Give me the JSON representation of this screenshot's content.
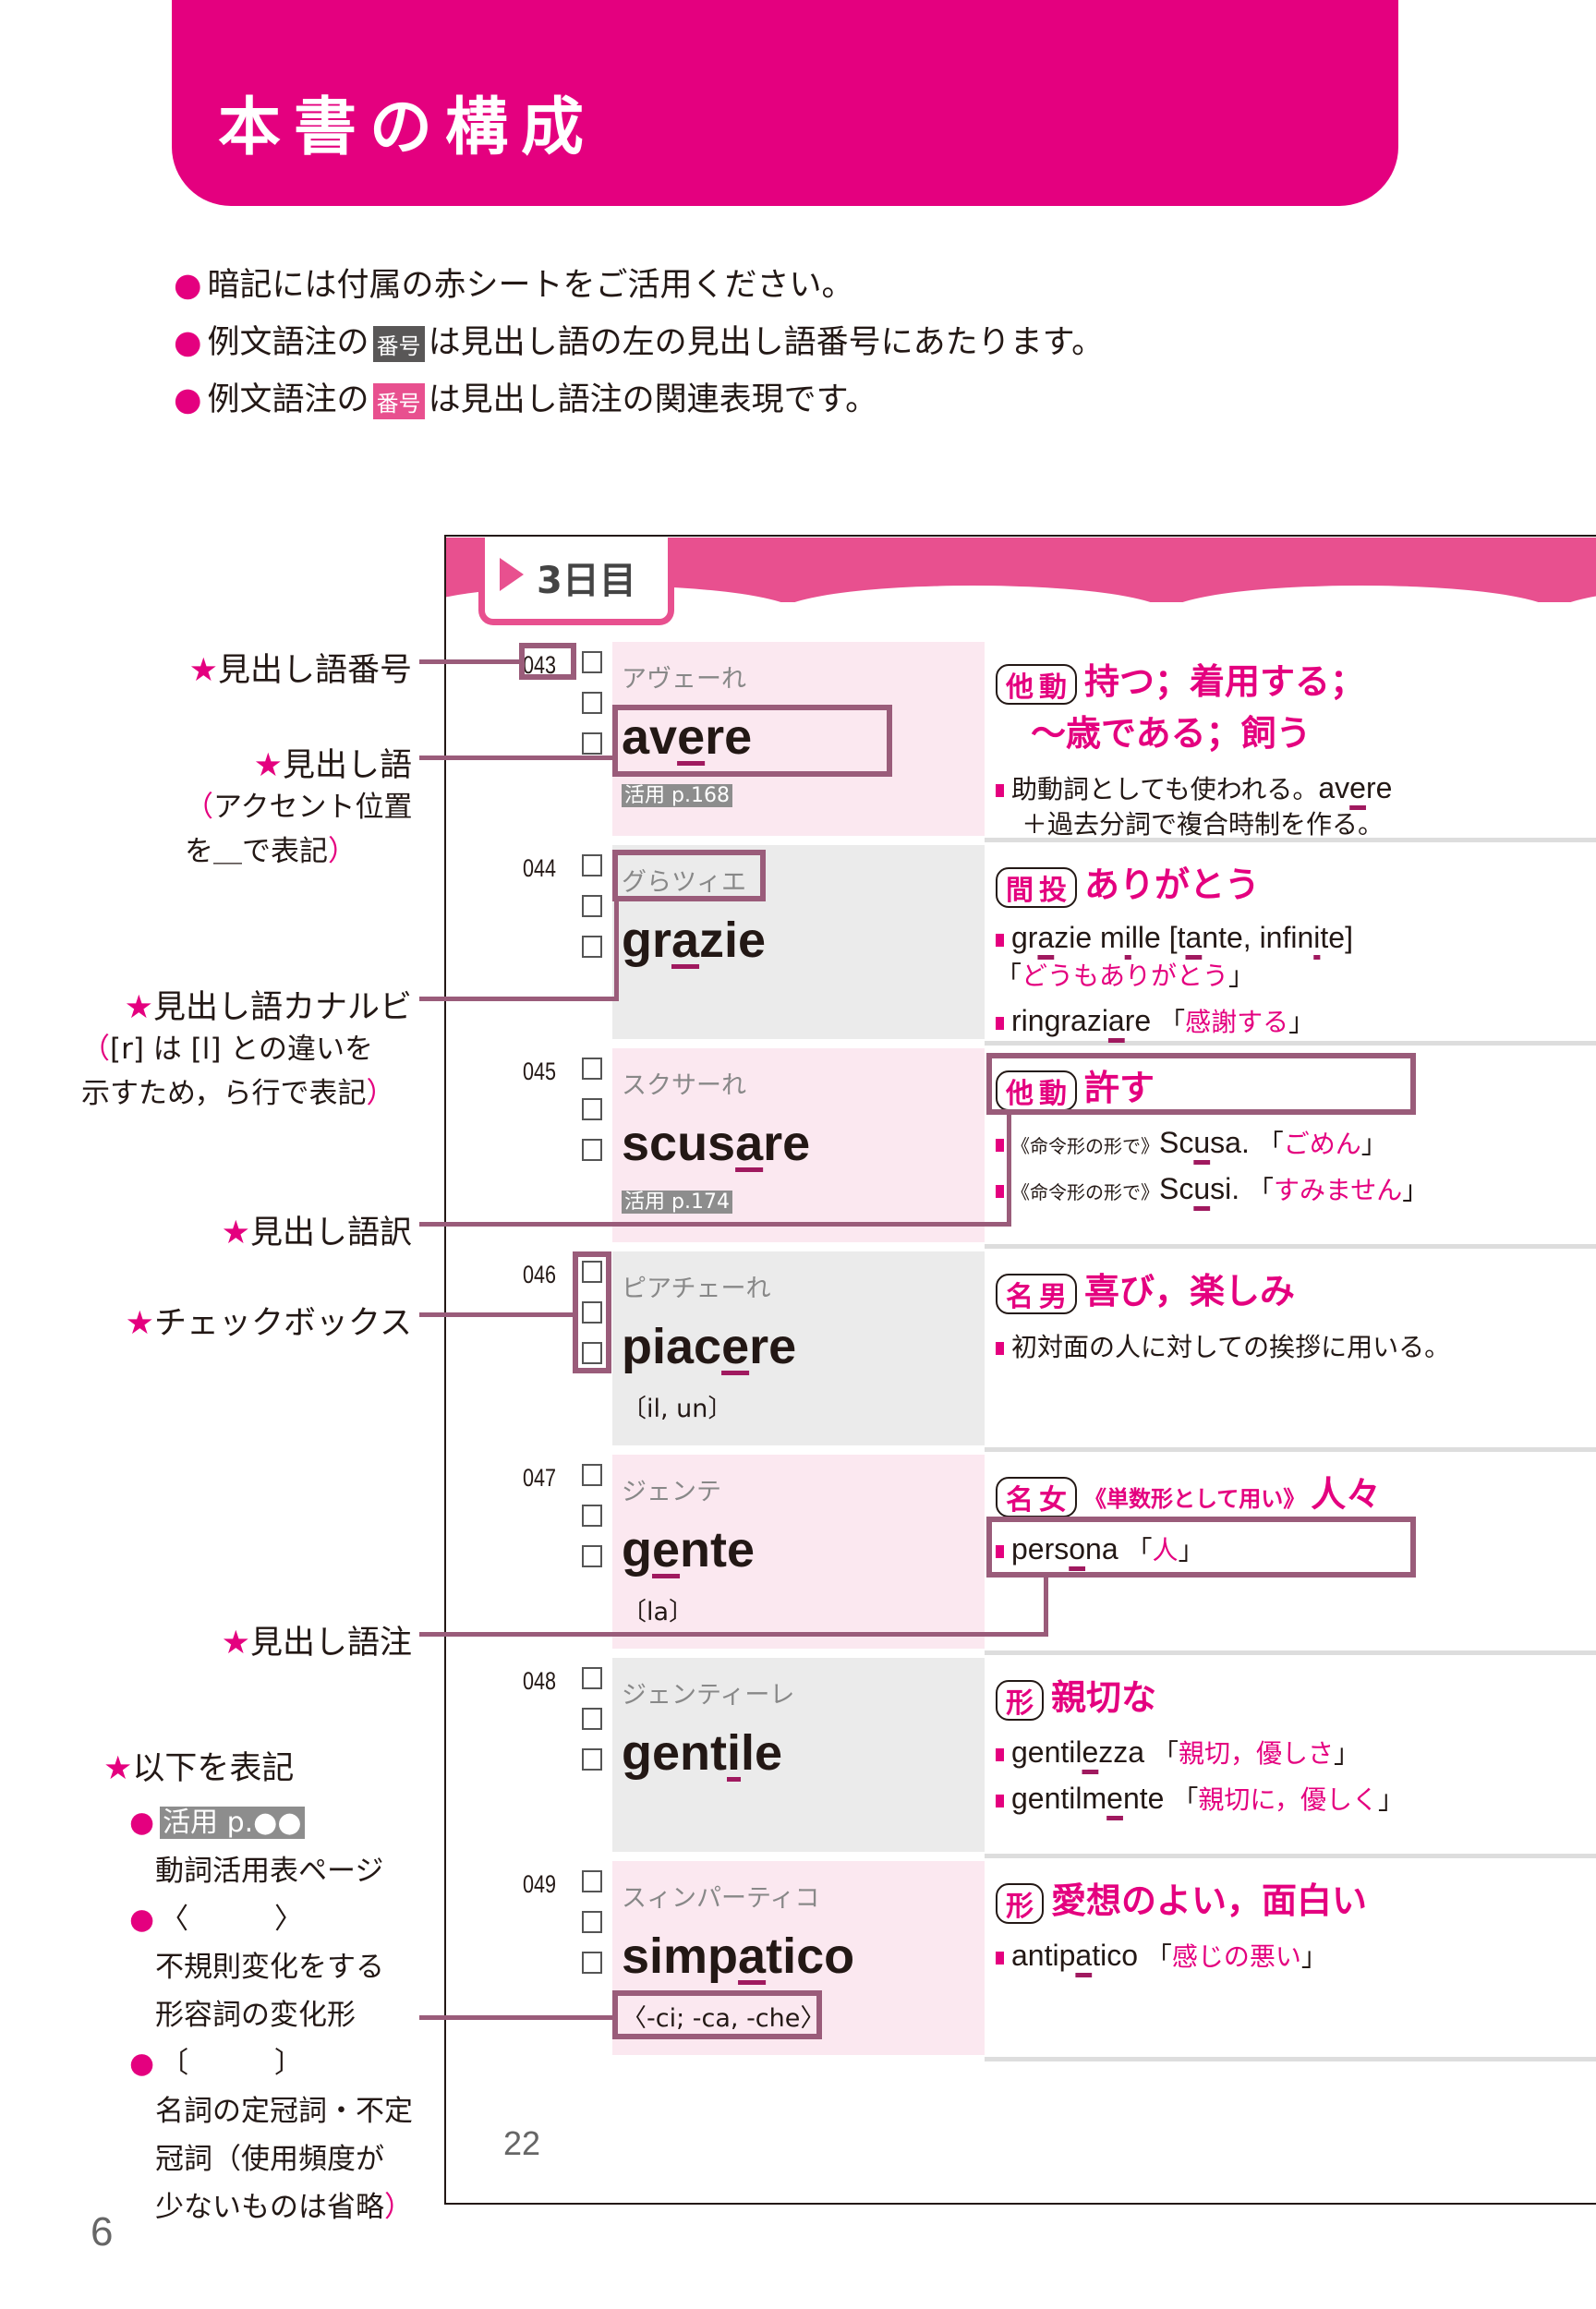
{
  "header": {
    "title": "本書の構成",
    "color": "#e4007f"
  },
  "intro": [
    {
      "pre": "暗記には付属の赤シートをご活用ください。"
    },
    {
      "pre": "例文語注の",
      "tag": "番号",
      "tag_color": "#595757",
      "post": "は見出し語の左の見出し語番号にあたります。"
    },
    {
      "pre": "例文語注の",
      "tag": "番号",
      "tag_color": "#e8508f",
      "post": "は見出し語注の関連表現です。"
    }
  ],
  "tab": {
    "label": "3日目"
  },
  "entries": [
    {
      "num": "043",
      "kana": "アヴェーれ",
      "word": [
        "av",
        "e",
        "re"
      ],
      "sub": {
        "type": "conj",
        "text": "活用 p.168"
      },
      "pos": [
        "他",
        "動"
      ],
      "pos_note": "",
      "meaning": [
        "持つ；着用する；",
        "　～歳である；飼う"
      ],
      "notes": [
        [
          {
            "t": "助動詞としても使われる。",
            "j": 1
          },
          {
            "t": "av"
          },
          {
            "t": "e",
            "u": 1
          },
          {
            "t": "re"
          }
        ],
        [
          {
            "t": "　＋過去分詞で複合時制を作る。",
            "j": 1,
            "nosq": 1
          }
        ]
      ],
      "bg": "pink"
    },
    {
      "num": "044",
      "kana": "グらツィエ",
      "word": [
        "gr",
        "a",
        "zie"
      ],
      "sub": null,
      "pos": [
        "間",
        "投"
      ],
      "pos_note": "",
      "meaning": [
        "ありがとう"
      ],
      "notes": [
        [
          {
            "t": "gr"
          },
          {
            "t": "a",
            "u": 1
          },
          {
            "t": "zie m"
          },
          {
            "t": "i",
            "u": 1
          },
          {
            "t": "lle [t"
          },
          {
            "t": "a",
            "u": 1
          },
          {
            "t": "nte, infin"
          },
          {
            "t": "i",
            "u": 1
          },
          {
            "t": "te]"
          }
        ],
        [
          {
            "t": "「",
            "j": 1,
            "nosq": 1
          },
          {
            "t": "どうもありがとう",
            "pk": 1
          },
          {
            "t": "」",
            "j": 1
          }
        ],
        [
          {
            "t": "ringrazi"
          },
          {
            "t": "a",
            "u": 1
          },
          {
            "t": "re "
          },
          {
            "t": "「",
            "j": 1
          },
          {
            "t": "感謝する",
            "pk": 1
          },
          {
            "t": "」",
            "j": 1
          }
        ]
      ],
      "bg": "gray"
    },
    {
      "num": "045",
      "kana": "スクサーれ",
      "word": [
        "scus",
        "a",
        "re"
      ],
      "sub": {
        "type": "conj",
        "text": "活用 p.174"
      },
      "pos": [
        "他",
        "動"
      ],
      "pos_note": "",
      "meaning": [
        "許す"
      ],
      "notes": [
        [
          {
            "t": "《命令形の形で》",
            "sm": 1
          },
          {
            "t": "Sc"
          },
          {
            "t": "u",
            "u": 1
          },
          {
            "t": "sa. "
          },
          {
            "t": "「",
            "j": 1
          },
          {
            "t": "ごめん",
            "pk": 1
          },
          {
            "t": "」",
            "j": 1
          }
        ],
        [
          {
            "t": "《命令形の形で》",
            "sm": 1
          },
          {
            "t": "Sc"
          },
          {
            "t": "u",
            "u": 1
          },
          {
            "t": "si. "
          },
          {
            "t": "「",
            "j": 1
          },
          {
            "t": "すみません",
            "pk": 1
          },
          {
            "t": "」",
            "j": 1
          }
        ]
      ],
      "bg": "pink"
    },
    {
      "num": "046",
      "kana": "ピアチェーれ",
      "word": [
        "piac",
        "e",
        "re"
      ],
      "sub": {
        "type": "plain",
        "text": "〔il, un〕"
      },
      "pos": [
        "名",
        "男"
      ],
      "pos_note": "",
      "meaning": [
        "喜び，楽しみ"
      ],
      "notes": [
        [
          {
            "t": "初対面の人に対しての挨拶に用いる。",
            "j": 1
          }
        ]
      ],
      "bg": "gray"
    },
    {
      "num": "047",
      "kana": "ジェンテ",
      "word": [
        "g",
        "e",
        "nte"
      ],
      "sub": {
        "type": "plain",
        "text": "〔la〕"
      },
      "pos": [
        "名",
        "女"
      ],
      "pos_note": "《単数形として用い》",
      "meaning": [
        "人々"
      ],
      "notes": [
        [
          {
            "t": "pers"
          },
          {
            "t": "o",
            "u": 1
          },
          {
            "t": "na "
          },
          {
            "t": "「",
            "j": 1
          },
          {
            "t": "人",
            "pk": 1
          },
          {
            "t": "」",
            "j": 1
          }
        ]
      ],
      "bg": "pink"
    },
    {
      "num": "048",
      "kana": "ジェンティーレ",
      "word": [
        "gent",
        "i",
        "le"
      ],
      "sub": null,
      "pos": [
        "形"
      ],
      "pos_note": "",
      "meaning": [
        "親切な"
      ],
      "notes": [
        [
          {
            "t": "gentil"
          },
          {
            "t": "e",
            "u": 1
          },
          {
            "t": "zza "
          },
          {
            "t": "「",
            "j": 1
          },
          {
            "t": "親切，優しさ",
            "pk": 1
          },
          {
            "t": "」",
            "j": 1
          }
        ],
        [
          {
            "t": "gentilm"
          },
          {
            "t": "e",
            "u": 1
          },
          {
            "t": "nte "
          },
          {
            "t": "「",
            "j": 1
          },
          {
            "t": "親切に，優しく",
            "pk": 1
          },
          {
            "t": "」",
            "j": 1
          }
        ]
      ],
      "bg": "gray"
    },
    {
      "num": "049",
      "kana": "スィンパーティコ",
      "word": [
        "simp",
        "a",
        "tico"
      ],
      "sub": {
        "type": "plain",
        "text": "〈-ci; -ca, -che〉"
      },
      "pos": [
        "形"
      ],
      "pos_note": "",
      "meaning": [
        "愛想のよい，面白い"
      ],
      "notes": [
        [
          {
            "t": "antip"
          },
          {
            "t": "a",
            "u": 1
          },
          {
            "t": "tico "
          },
          {
            "t": "「",
            "j": 1
          },
          {
            "t": "感じの悪い",
            "pk": 1
          },
          {
            "t": "」",
            "j": 1
          }
        ]
      ],
      "bg": "pink"
    }
  ],
  "callouts": {
    "number": "★見出し語番号",
    "headword": "★見出し語",
    "headword_sub": [
      "（アクセント位置",
      "を＿で表記）"
    ],
    "kana": "★見出し語カナルビ",
    "kana_sub": [
      "（[r] は [l] との違いを",
      "示すため，ら行で表記）"
    ],
    "translation": "★見出し語訳",
    "checkbox": "★チェックボックス",
    "note": "★見出し語注",
    "below": "★以下を表記",
    "below_items": [
      {
        "mark": "活用 p.●●",
        "desc": [
          "動詞活用表ページ"
        ]
      },
      {
        "mark": "〈　　　〉",
        "desc": [
          "不規則変化をする",
          "形容詞の変化形"
        ]
      },
      {
        "mark": "〔　　　〕",
        "desc": [
          "名詞の定冠詞・不定",
          "冠詞（使用頻度が",
          "少ないものは省略）"
        ]
      }
    ]
  },
  "page_inner": "22",
  "page_outer": "6",
  "colors": {
    "accent": "#e4007f",
    "callout_line": "#9a5c7a",
    "row_pink": "#fbe8f0",
    "row_gray": "#ebebeb"
  }
}
